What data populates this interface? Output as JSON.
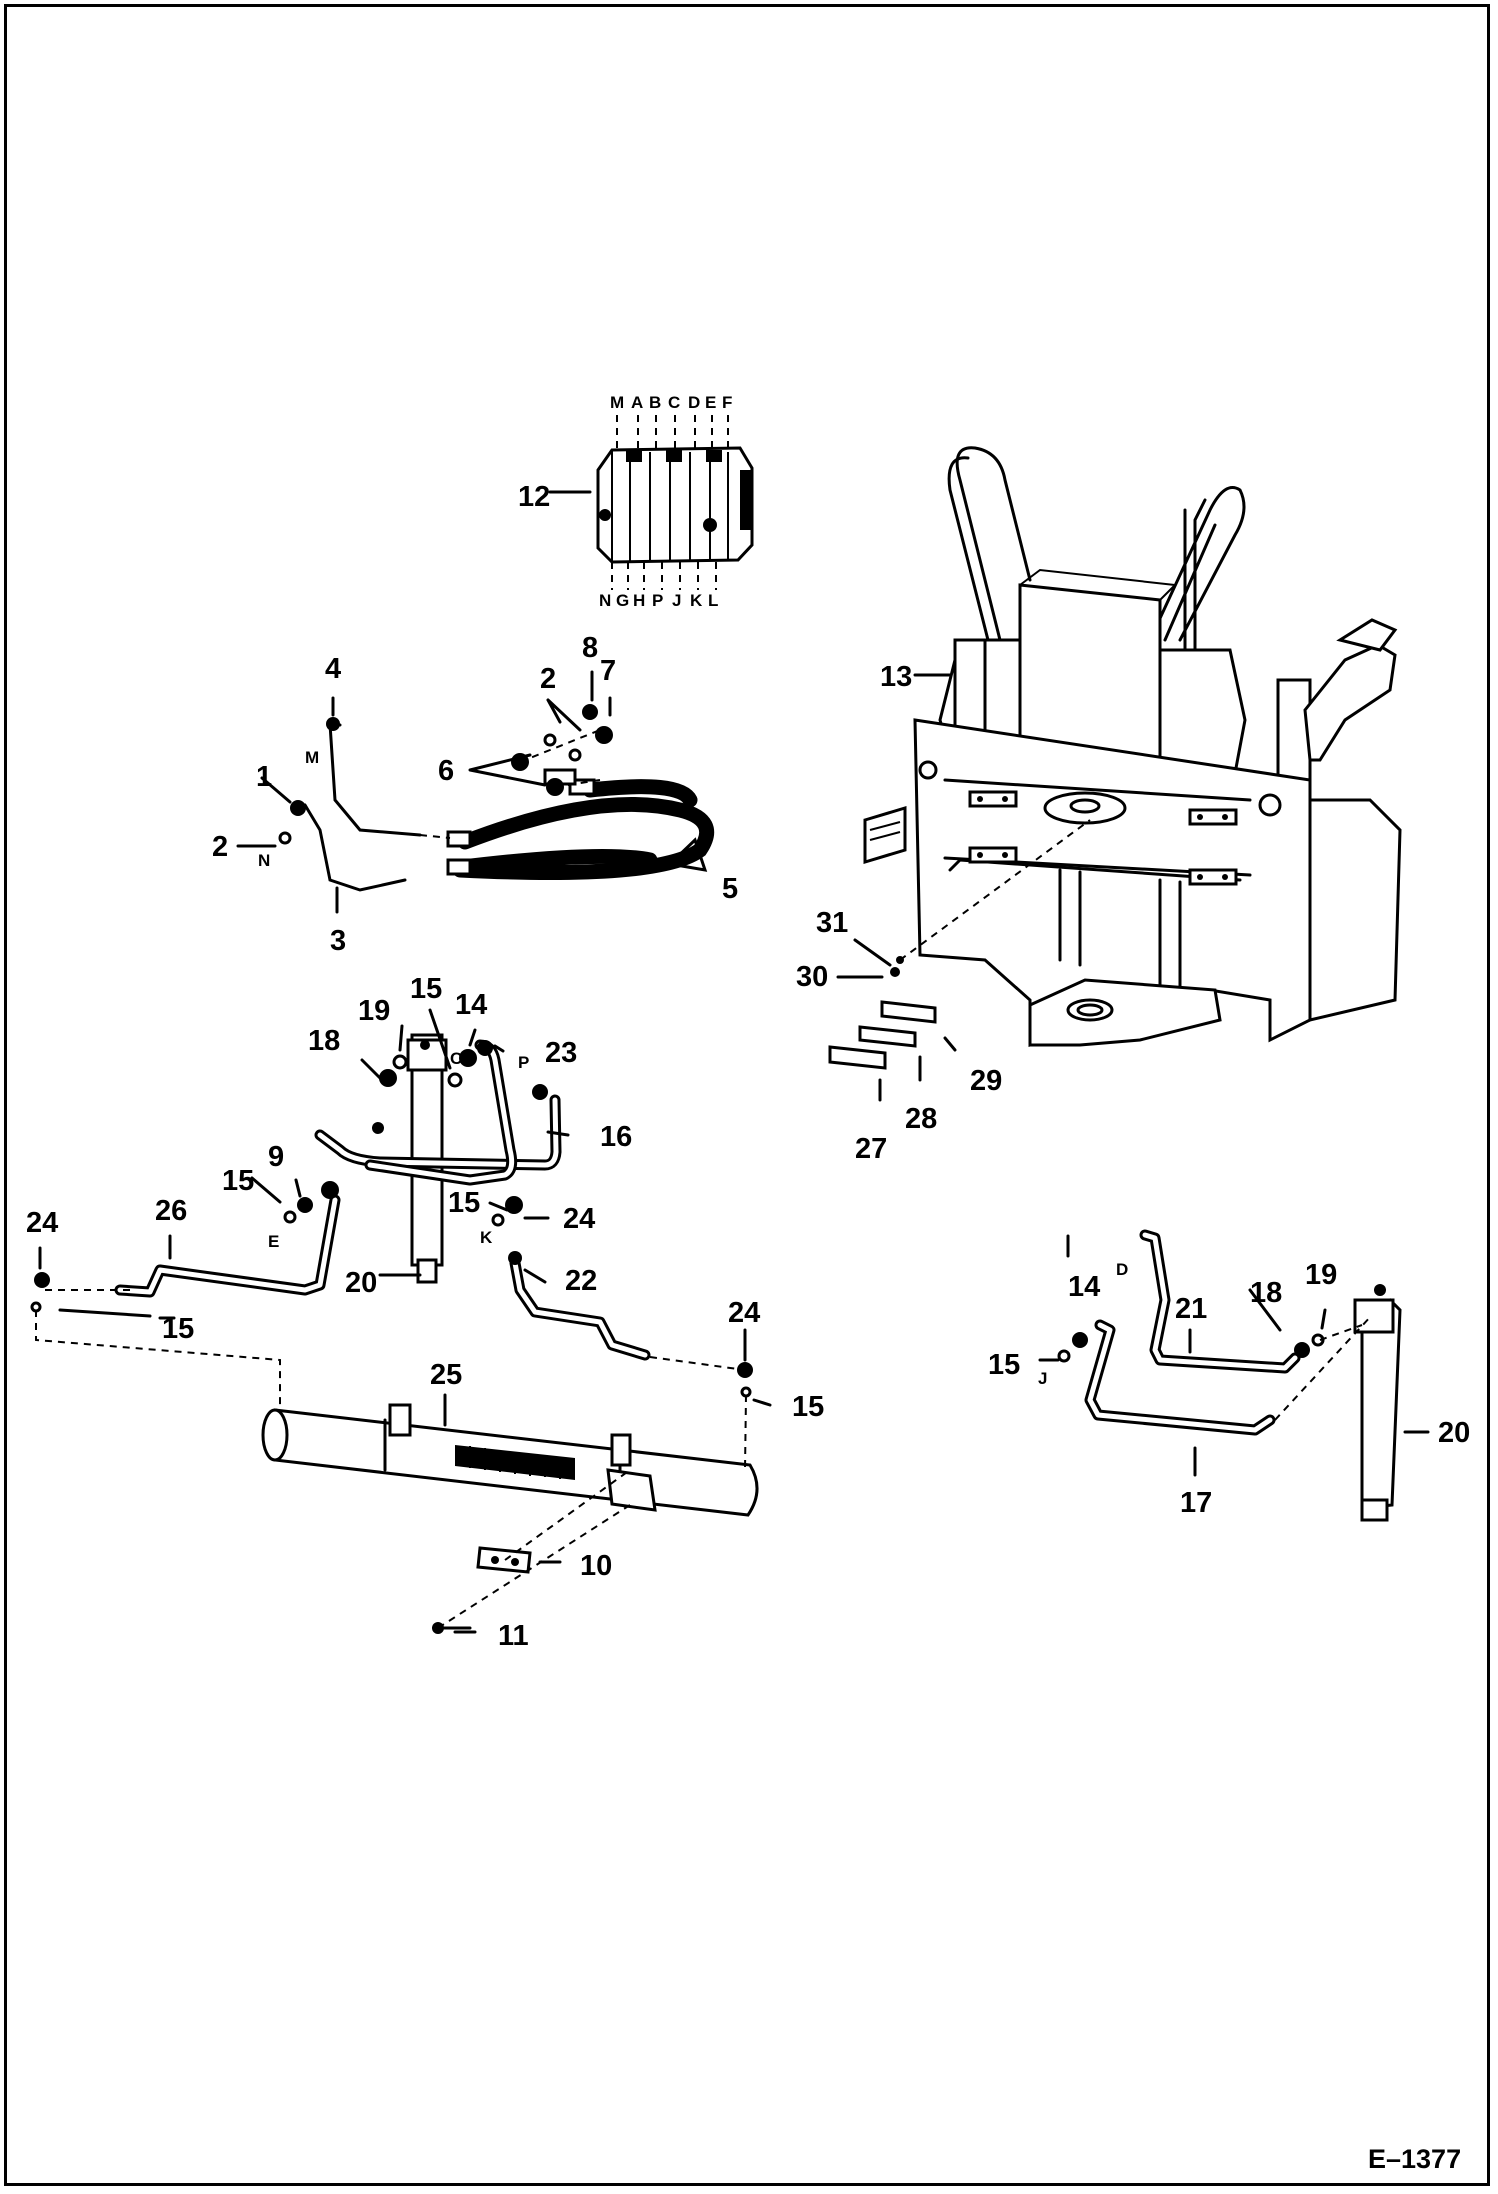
{
  "drawing_code": "E–1377",
  "callouts": [
    "1",
    "2",
    "3",
    "4",
    "5",
    "6",
    "7",
    "8",
    "9",
    "10",
    "11",
    "12",
    "13",
    "14",
    "15",
    "16",
    "17",
    "18",
    "19",
    "20",
    "21",
    "22",
    "23",
    "24",
    "25",
    "26",
    "27",
    "28",
    "29",
    "30",
    "31"
  ],
  "valve_ports_top": [
    "M",
    "A",
    "B",
    "C",
    "D",
    "E",
    "F"
  ],
  "valve_ports_bottom": [
    "N",
    "G",
    "H",
    "P",
    "J",
    "K",
    "L"
  ],
  "port_letters": {
    "m": "M",
    "n": "N",
    "c": "C",
    "p": "P",
    "e": "E",
    "k": "K",
    "d": "D",
    "j": "J"
  }
}
